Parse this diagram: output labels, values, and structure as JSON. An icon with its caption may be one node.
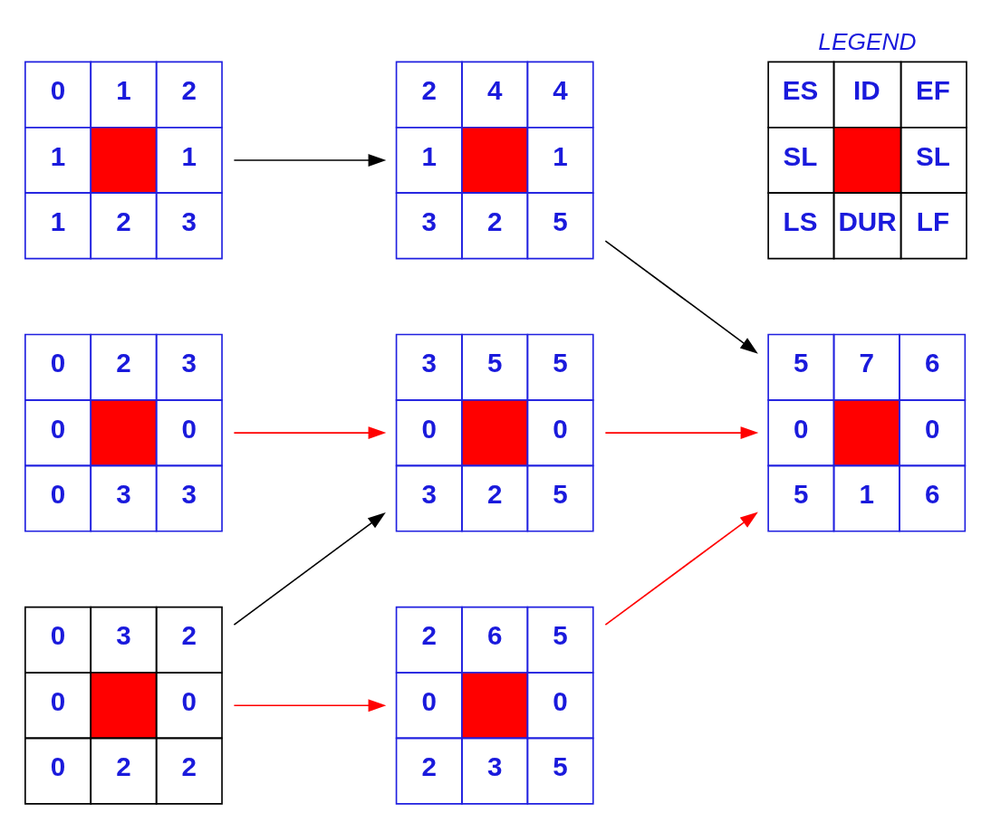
{
  "diagram": {
    "nodes": [
      {
        "text": [
          "0",
          "1",
          "2",
          "1",
          "1",
          "1",
          "2",
          "3"
        ]
      },
      {
        "text": [
          "2",
          "4",
          "4",
          "1",
          "1",
          "3",
          "2",
          "5"
        ]
      },
      {
        "text": [
          "0",
          "2",
          "3",
          "0",
          "0",
          "0",
          "3",
          "3"
        ]
      },
      {
        "text": [
          "3",
          "5",
          "5",
          "0",
          "0",
          "3",
          "2",
          "5"
        ]
      },
      {
        "text": [
          "5",
          "7",
          "6",
          "0",
          "0",
          "5",
          "1",
          "6"
        ]
      },
      {
        "text": [
          "0",
          "3",
          "2",
          "0",
          "0",
          "0",
          "2",
          "2"
        ]
      },
      {
        "text": [
          "2",
          "6",
          "5",
          "0",
          "0",
          "2",
          "3",
          "5"
        ]
      },
      {
        "text": [
          "ES",
          "ID",
          "EF",
          "SL",
          "SL",
          "LS",
          "DUR",
          "LF"
        ],
        "beside": [
          "LEGEND"
        ]
      }
    ],
    "edges": [
      {
        "from": 0,
        "to": 1,
        "arrow": "to",
        "color": "#000000"
      },
      {
        "from": 1,
        "to": 4,
        "arrow": "to",
        "color": "#000000"
      },
      {
        "from": 2,
        "to": 3,
        "arrow": "to"
      },
      {
        "from": 3,
        "to": 4,
        "arrow": "to"
      },
      {
        "from": 5,
        "to": 3,
        "arrow": "to",
        "color": "#000000"
      },
      {
        "from": 5,
        "to": 6,
        "arrow": "to"
      },
      {
        "from": 6,
        "to": 4,
        "arrow": "to"
      }
    ]
  }
}
